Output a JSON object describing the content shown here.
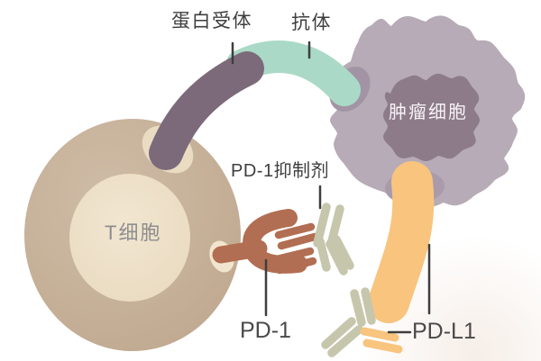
{
  "diagram": {
    "description": "PD-1 / PD-L1 immune checkpoint diagram: T cell and tumor cell",
    "labels": {
      "protein_receptor": "蛋白受体",
      "antibody": "抗体",
      "tumor_cell": "肿瘤细胞",
      "t_cell": "T细胞",
      "pd1_inhibitor": "PD-1抑制剂",
      "pd1": "PD-1",
      "pdl1": "PD-L1"
    },
    "colors": {
      "background": "#ffffff",
      "t_cell_body_light": "#cfbca6",
      "t_cell_body_shade": "#bfa88f",
      "t_cell_nucleus": "#eee1ca",
      "t_cell_label": "#8e8e8e",
      "tumor_body": "#b6abb6",
      "tumor_nucleus": "#8d7b8a",
      "tumor_label": "#f6f2f5",
      "protein_receptor_purple": "#7c6a7a",
      "antibody_teal": "#aadac7",
      "pdl1_orange": "#f8c47e",
      "pd1_brown": "#b26e52",
      "inhibitor_sage": "#c6c6ad",
      "socket_cream": "#f2e5cf",
      "receptor_halo": "#eadcc2",
      "teal_socket": "#a294a4",
      "orange_socket": "#a99bab",
      "label_text": "#3e3e3e",
      "pointer_line": "#3e3e3e"
    }
  }
}
